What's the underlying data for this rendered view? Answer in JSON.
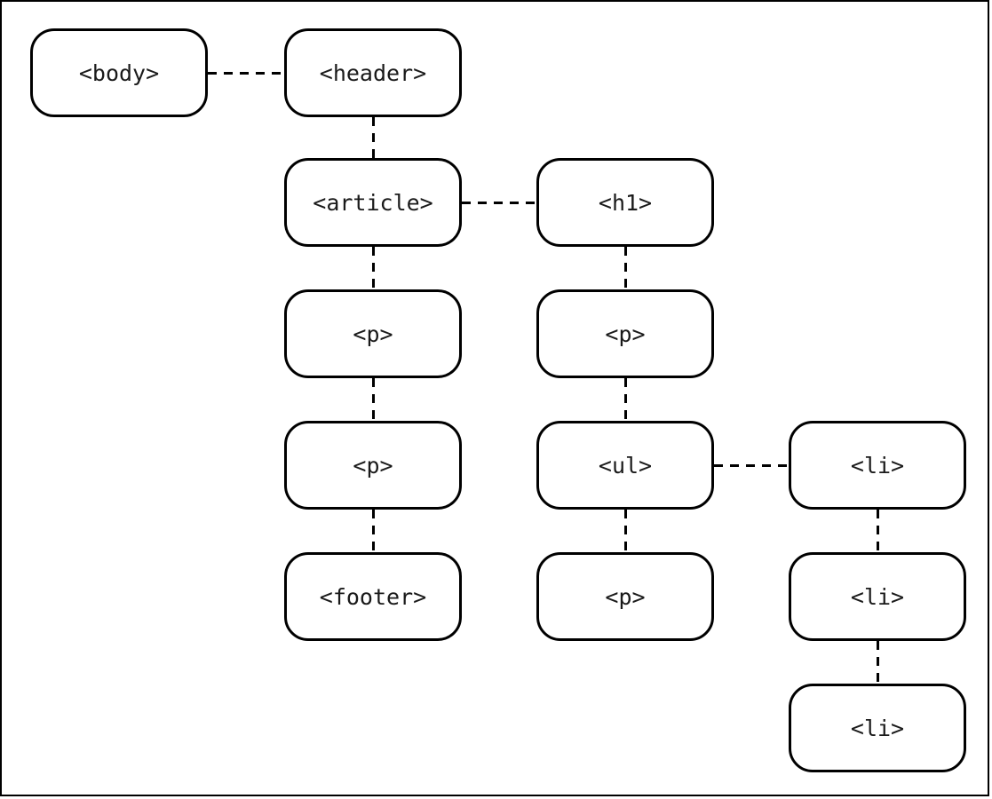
{
  "diagram": {
    "type": "tree",
    "colors": {
      "line": "#000000",
      "box_fill": "#ffffff",
      "text": "#1a1a1a",
      "background": "#ffffff"
    },
    "nodes": [
      {
        "id": "body",
        "label": "<body>",
        "col": 0,
        "row": 0
      },
      {
        "id": "header",
        "label": "<header>",
        "col": 1,
        "row": 0
      },
      {
        "id": "article",
        "label": "<article>",
        "col": 1,
        "row": 1
      },
      {
        "id": "h1",
        "label": "<h1>",
        "col": 2,
        "row": 1
      },
      {
        "id": "p-article-1",
        "label": "<p>",
        "col": 1,
        "row": 2
      },
      {
        "id": "p-h1",
        "label": "<p>",
        "col": 2,
        "row": 2
      },
      {
        "id": "p-article-2",
        "label": "<p>",
        "col": 1,
        "row": 3
      },
      {
        "id": "ul",
        "label": "<ul>",
        "col": 2,
        "row": 3
      },
      {
        "id": "li-1",
        "label": "<li>",
        "col": 3,
        "row": 3
      },
      {
        "id": "footer",
        "label": "<footer>",
        "col": 1,
        "row": 4
      },
      {
        "id": "p-ul",
        "label": "<p>",
        "col": 2,
        "row": 4
      },
      {
        "id": "li-2",
        "label": "<li>",
        "col": 3,
        "row": 4
      },
      {
        "id": "li-3",
        "label": "<li>",
        "col": 3,
        "row": 5
      }
    ],
    "edges": [
      {
        "from": "body",
        "to": "header",
        "orientation": "horizontal"
      },
      {
        "from": "header",
        "to": "article",
        "orientation": "vertical"
      },
      {
        "from": "article",
        "to": "h1",
        "orientation": "horizontal"
      },
      {
        "from": "article",
        "to": "p-article-1",
        "orientation": "vertical"
      },
      {
        "from": "h1",
        "to": "p-h1",
        "orientation": "vertical"
      },
      {
        "from": "p-article-1",
        "to": "p-article-2",
        "orientation": "vertical"
      },
      {
        "from": "p-h1",
        "to": "ul",
        "orientation": "vertical"
      },
      {
        "from": "ul",
        "to": "li-1",
        "orientation": "horizontal"
      },
      {
        "from": "p-article-2",
        "to": "footer",
        "orientation": "vertical"
      },
      {
        "from": "ul",
        "to": "p-ul",
        "orientation": "vertical"
      },
      {
        "from": "li-1",
        "to": "li-2",
        "orientation": "vertical"
      },
      {
        "from": "li-2",
        "to": "li-3",
        "orientation": "vertical"
      }
    ]
  }
}
